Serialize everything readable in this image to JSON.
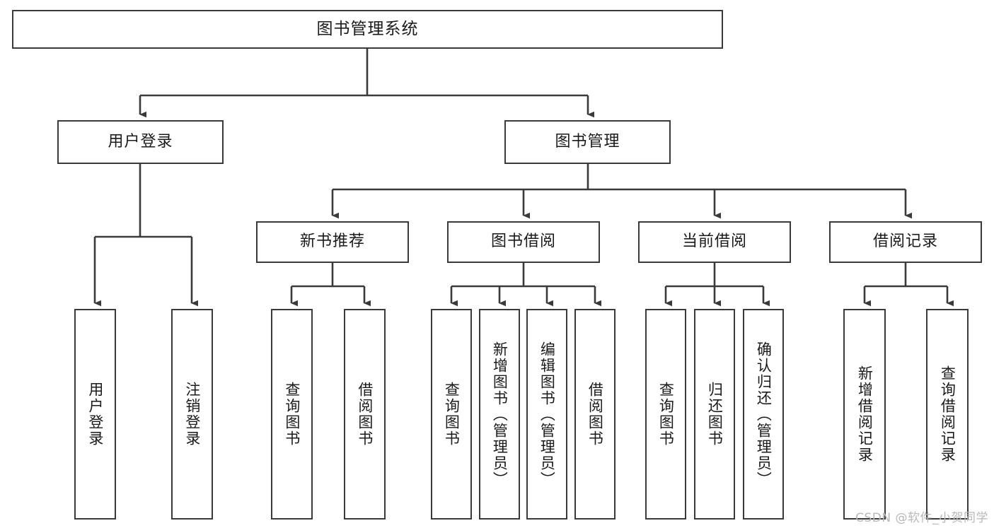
{
  "diagram": {
    "title": "图书管理系统",
    "type": "tree-hierarchy",
    "watermark": "CSDN @软件_小贺同学",
    "colors": {
      "background": "#ffffff",
      "box_border": "#3a3a3a",
      "box_fill": "#ffffff",
      "connector": "#3a3a3a",
      "text": "#1a1a1a",
      "watermark": "#b8b8b8"
    },
    "levels": {
      "root": {
        "label": "图书管理系统"
      },
      "level2": [
        {
          "id": "user-login",
          "label": "用户登录"
        },
        {
          "id": "book-management",
          "label": "图书管理"
        }
      ],
      "level3": [
        {
          "id": "new-book-recommend",
          "label": "新书推荐",
          "parent": "book-management"
        },
        {
          "id": "book-borrow",
          "label": "图书借阅",
          "parent": "book-management"
        },
        {
          "id": "current-borrow",
          "label": "当前借阅",
          "parent": "book-management"
        },
        {
          "id": "borrow-record",
          "label": "借阅记录",
          "parent": "book-management"
        }
      ],
      "leaves": [
        {
          "id": "leaf-user-login",
          "label": "用户登录",
          "parent": "user-login"
        },
        {
          "id": "leaf-logout-login",
          "label": "注销登录",
          "parent": "user-login"
        },
        {
          "id": "leaf-query-book-1",
          "label": "查询图书",
          "parent": "new-book-recommend"
        },
        {
          "id": "leaf-borrow-book-1",
          "label": "借阅图书",
          "parent": "new-book-recommend"
        },
        {
          "id": "leaf-query-book-2",
          "label": "查询图书",
          "parent": "book-borrow"
        },
        {
          "id": "leaf-add-book",
          "label": "新增图书（管理员）",
          "parent": "book-borrow"
        },
        {
          "id": "leaf-edit-book",
          "label": "编辑图书（管理员）",
          "parent": "book-borrow"
        },
        {
          "id": "leaf-borrow-book-2",
          "label": "借阅图书",
          "parent": "book-borrow"
        },
        {
          "id": "leaf-query-book-3",
          "label": "查询图书",
          "parent": "current-borrow"
        },
        {
          "id": "leaf-return-book",
          "label": "归还图书",
          "parent": "current-borrow"
        },
        {
          "id": "leaf-confirm-return",
          "label": "确认归还（管理员）",
          "parent": "current-borrow"
        },
        {
          "id": "leaf-add-record",
          "label": "新增借阅记录",
          "parent": "borrow-record"
        },
        {
          "id": "leaf-query-record",
          "label": "查询借阅记录",
          "parent": "borrow-record"
        }
      ]
    }
  }
}
